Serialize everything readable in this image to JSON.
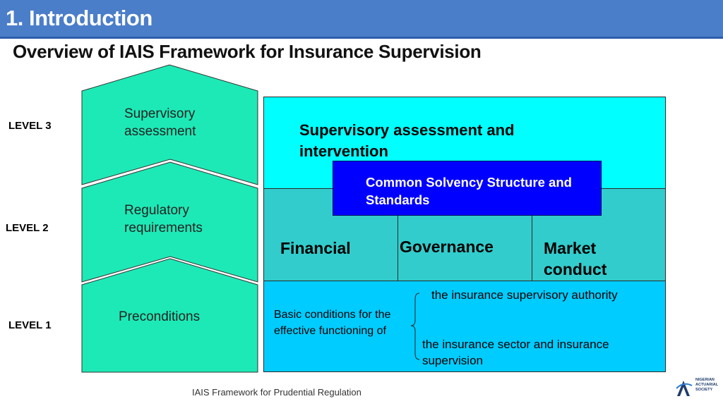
{
  "header": {
    "section_title": "1. Introduction",
    "page_title": "Overview of IAIS Framework for Insurance Supervision"
  },
  "levels": {
    "level3": "LEVEL 3",
    "level2": "LEVEL 2",
    "level1": "LEVEL 1"
  },
  "arrows": {
    "top": "Supervisory assessment",
    "middle": "Regulatory requirements",
    "bottom": "Preconditions"
  },
  "framework": {
    "level3_text": "Supervisory assessment and intervention",
    "common_solvency": "Common Solvency Structure and Standards",
    "financial": "Financial",
    "governance": "Governance",
    "market_conduct": "Market conduct",
    "basic_conditions": "Basic conditions for the effective functioning of",
    "authority": "the insurance supervisory authority",
    "sector": "the insurance sector and insurance supervision"
  },
  "colors": {
    "header_bg": "#4a7ec9",
    "arrow_fill": "#1de9b6",
    "level3_fill": "#00ffff",
    "level2_fill": "#33cccc",
    "level1_fill": "#00ccff",
    "common_solvency_fill": "#0000ff"
  },
  "footer": {
    "text": "IAIS Framework for Prudential Regulation",
    "logo_text": "NIGERIAN ACTUARIAL SOCIETY"
  }
}
